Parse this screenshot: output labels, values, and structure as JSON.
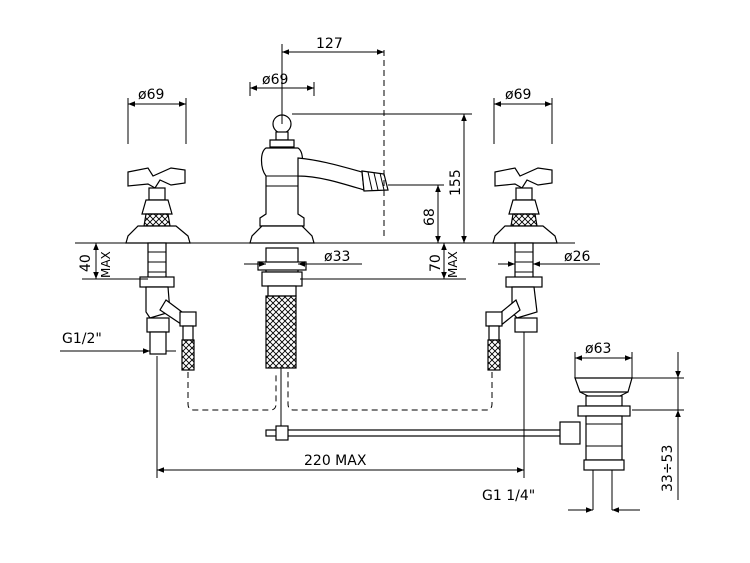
{
  "dimensions": {
    "spout_reach": "127",
    "spout_diameter": "ø69",
    "left_handle_diameter": "ø69",
    "right_handle_diameter": "ø69",
    "spout_height": "155",
    "spout_outlet_height": "68",
    "deck_thickness": "70",
    "deck_thickness_max": "MAX",
    "left_deck_thickness": "40",
    "left_deck_thickness_max": "MAX",
    "center_shank_diameter": "ø33",
    "right_shank_diameter": "ø26",
    "inlet_thread": "G1/2\"",
    "waste_diameter": "ø63",
    "overall_spread": "220 MAX",
    "waste_thread": "G1 1/4\"",
    "waste_height": "33÷53"
  }
}
